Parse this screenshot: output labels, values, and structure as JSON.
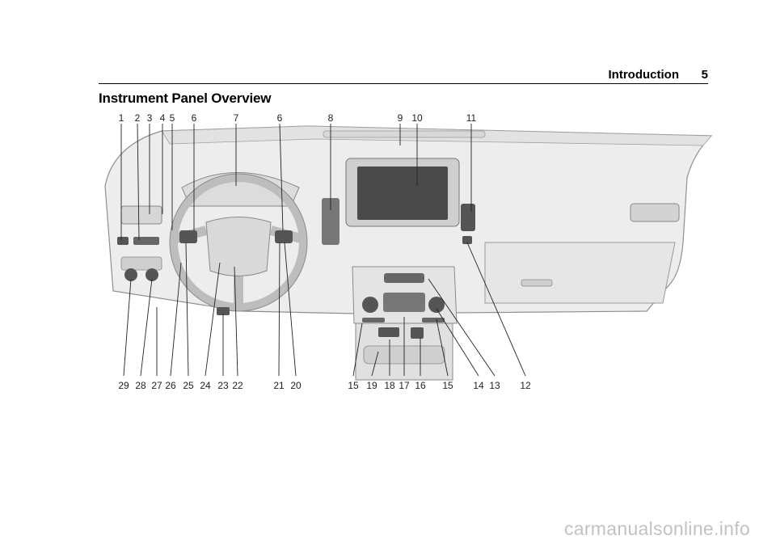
{
  "header": {
    "section": "Introduction",
    "page": "5"
  },
  "title": "Instrument Panel Overview",
  "figure": {
    "top_callouts": [
      "1",
      "2",
      "3",
      "4",
      "5",
      "6",
      "7",
      "6",
      "8",
      "9",
      "10",
      "11"
    ],
    "bottom_callouts": [
      "29",
      "28",
      "27",
      "26",
      "25",
      "24",
      "23",
      "22",
      "21",
      "20",
      "15",
      "19",
      "18",
      "17",
      "16",
      "15",
      "14",
      "13",
      "12"
    ]
  },
  "watermark": "carmanualsonline.info"
}
